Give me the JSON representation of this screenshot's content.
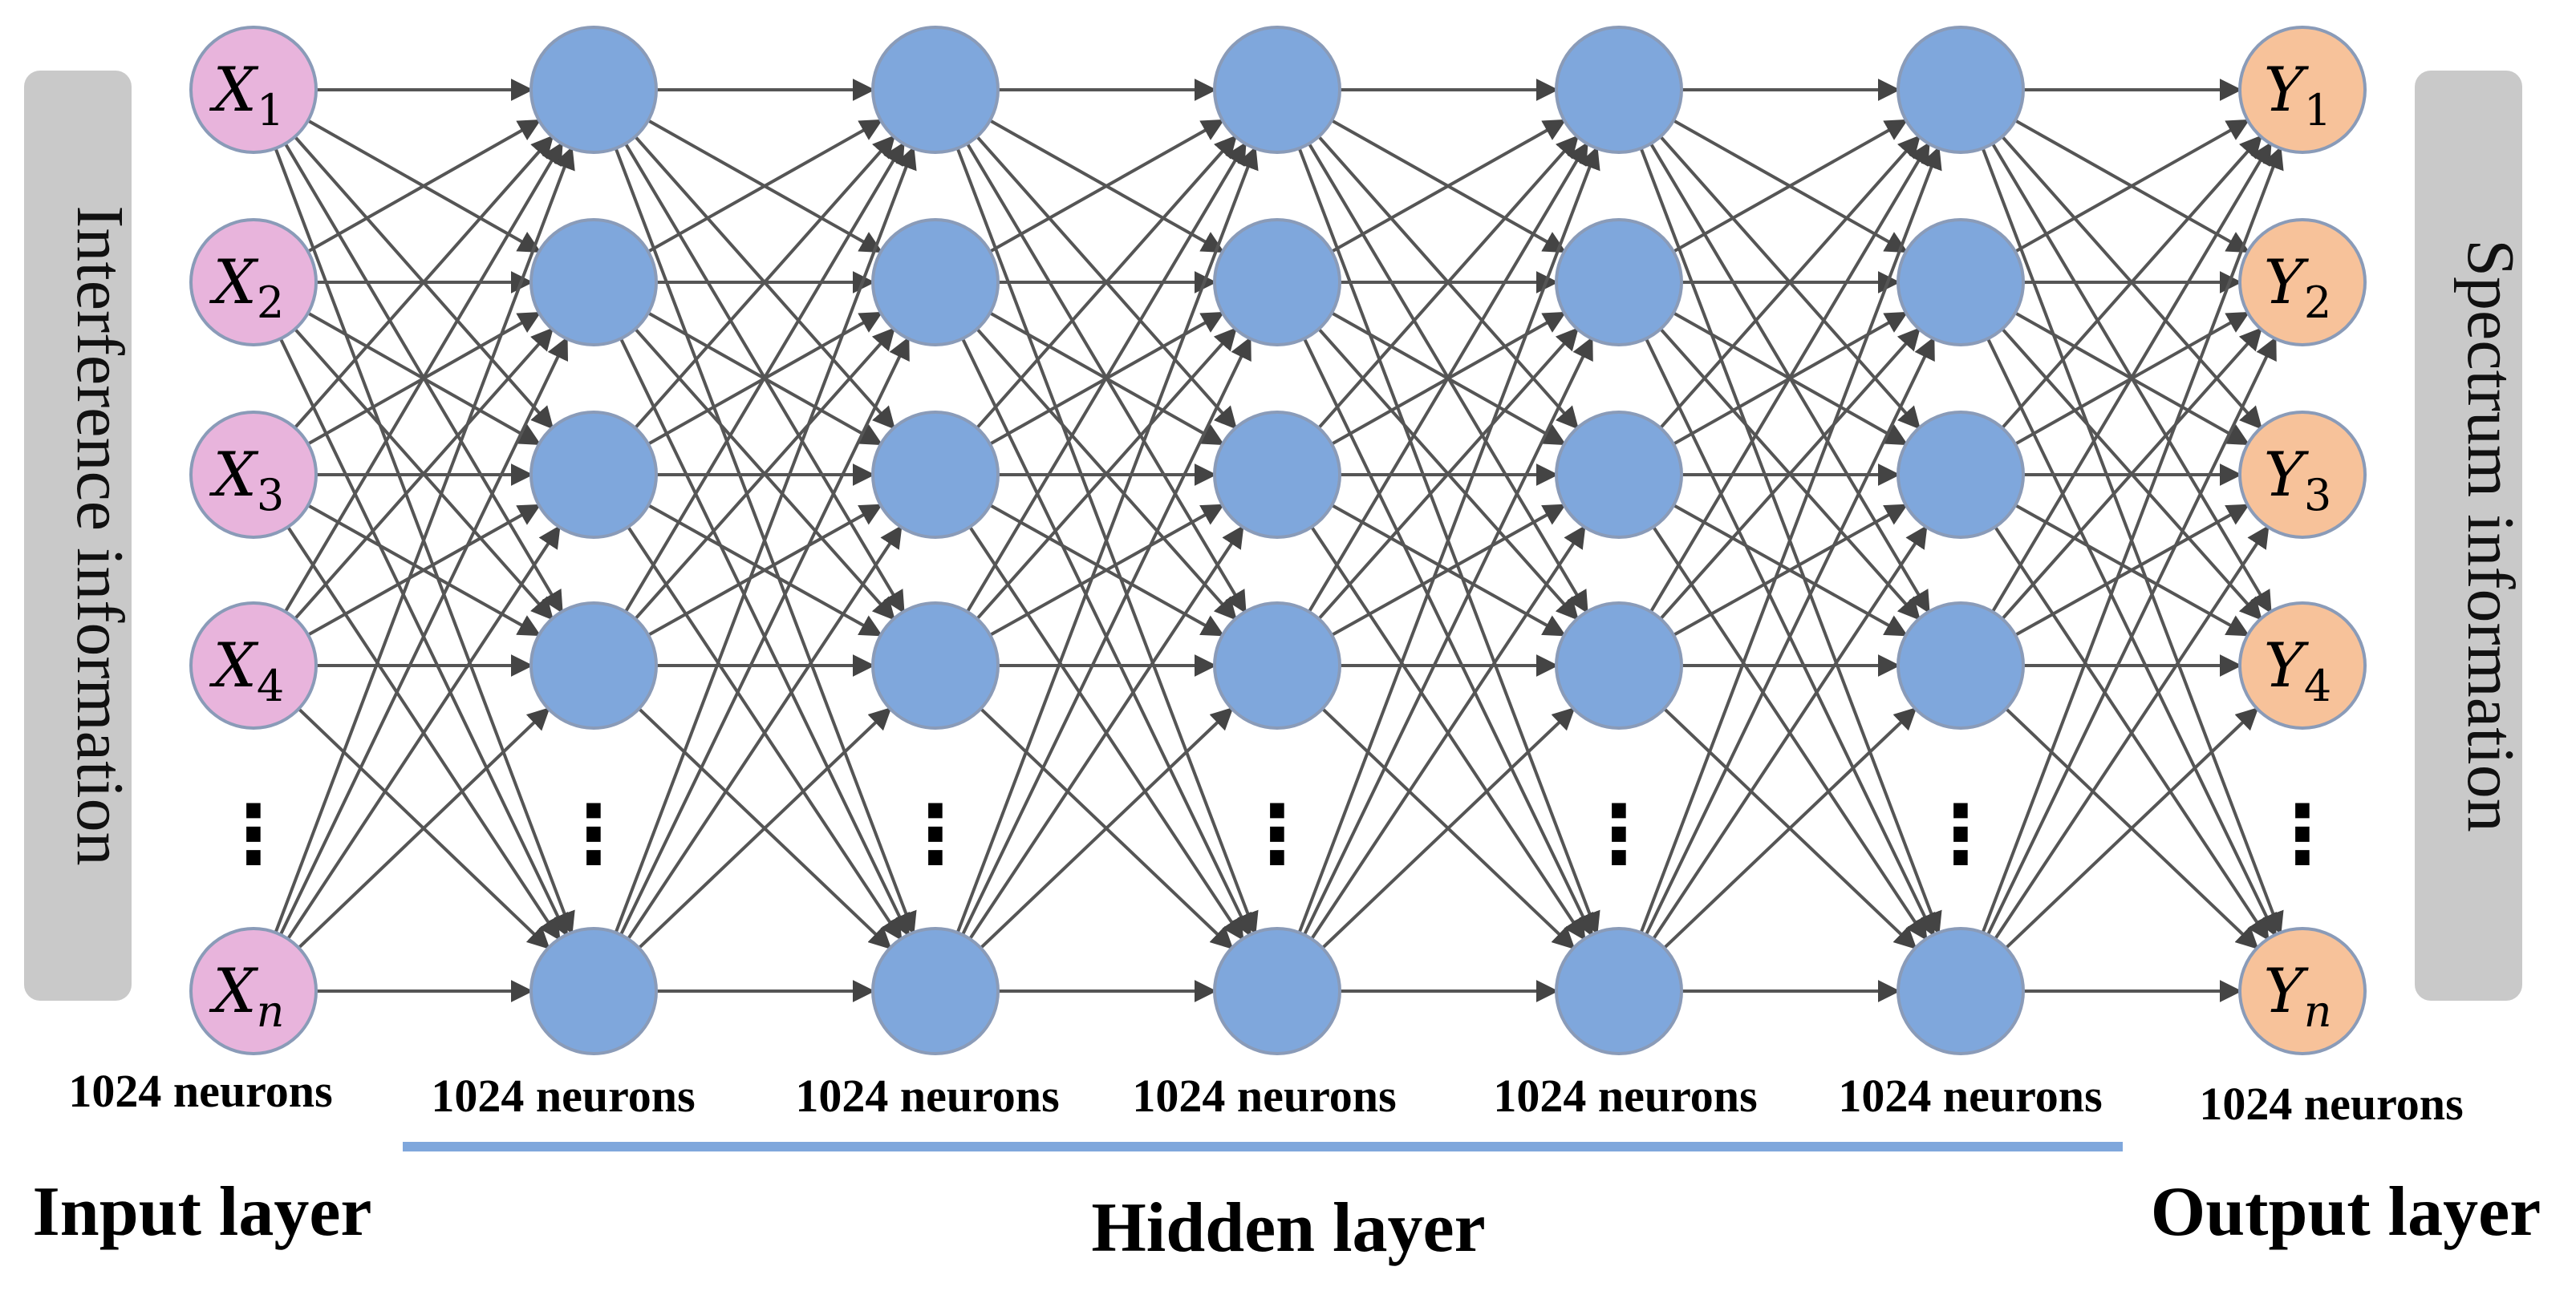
{
  "side_labels": {
    "left": "Interference information",
    "right": "Spectrum information"
  },
  "input_nodes": [
    {
      "base": "X",
      "sub": "1"
    },
    {
      "base": "X",
      "sub": "2"
    },
    {
      "base": "X",
      "sub": "3"
    },
    {
      "base": "X",
      "sub": "4"
    },
    {
      "base": "X",
      "sub": "n"
    }
  ],
  "output_nodes": [
    {
      "base": "Y",
      "sub": "1"
    },
    {
      "base": "Y",
      "sub": "2"
    },
    {
      "base": "Y",
      "sub": "3"
    },
    {
      "base": "Y",
      "sub": "4"
    },
    {
      "base": "Y",
      "sub": "n"
    }
  ],
  "ellipsis": "⋮",
  "neuron_counts": [
    "1024 neurons",
    "1024 neurons",
    "1024 neurons",
    "1024 neurons",
    "1024 neurons",
    "1024 neurons",
    "1024 neurons"
  ],
  "layer_titles": {
    "input": "Input layer",
    "hidden": "Hidden layer",
    "output": "Output layer"
  },
  "colors": {
    "input_node": "#e8b4dc",
    "hidden_node": "#7fa7dc",
    "output_node": "#f7c29a",
    "node_stroke": "#8a9bb8",
    "edge": "#555555",
    "side_box": "#c9c9c9",
    "hidden_bracket": "#7fa7dc"
  }
}
